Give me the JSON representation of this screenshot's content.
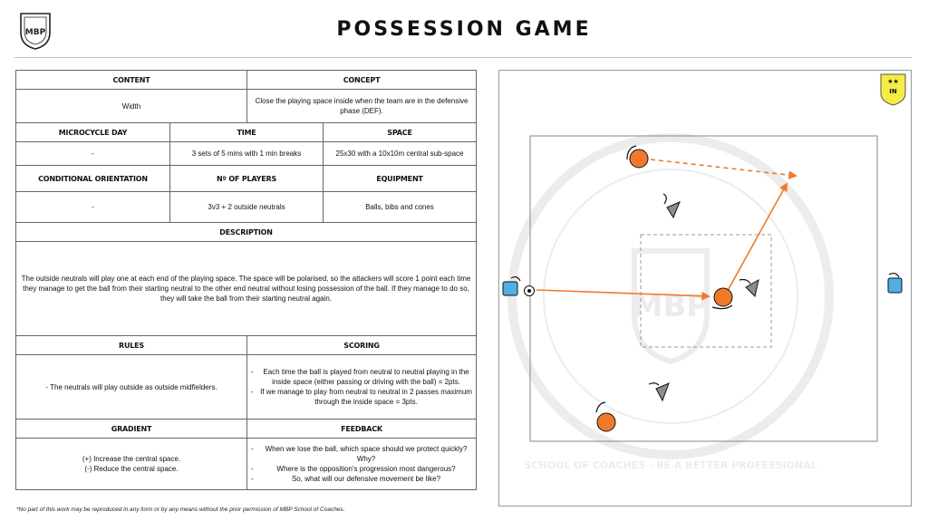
{
  "header": {
    "title": "POSSESSION GAME",
    "logo_text": "MBP"
  },
  "sheet": {
    "content": {
      "label": "CONTENT",
      "value": "Width"
    },
    "concept": {
      "label": "CONCEPT",
      "value": "Close the playing space inside when the team are in the defensive phase (DEF)."
    },
    "microcycle": {
      "label": "MICROCYCLE DAY",
      "value": "-"
    },
    "time": {
      "label": "TIME",
      "value": "3 sets of 5 mins with 1 min breaks"
    },
    "space": {
      "label": "SPACE",
      "value": "25x30 with a 10x10m central sub-space"
    },
    "orientation": {
      "label": "CONDITIONAL ORIENTATION",
      "value": "-"
    },
    "players": {
      "label": "Nº OF PLAYERS",
      "value": "3v3 + 2 outside neutrals"
    },
    "equipment": {
      "label": "EQUIPMENT",
      "value": "Balls, bibs and cones"
    },
    "description": {
      "label": "DESCRIPTION",
      "value": "The outside neutrals will play one at each end of the playing space. The space will be polarised, so the attackers will score 1 point each time they manage to get the ball from their starting neutral to the other end neutral without losing possession of the ball. If they manage to do so, they will take the ball from their starting neutral again."
    },
    "rules": {
      "label": "RULES",
      "value": "- The neutrals will play outside as outside midfielders."
    },
    "scoring": {
      "label": "SCORING",
      "items": [
        "Each time the ball is played from neutral to neutral playing in the inside space (either passing or driving with the ball) = 2pts.",
        "If we manage to play from neutral to neutral in 2 passes maximum through the inside space = 3pts."
      ]
    },
    "gradient": {
      "label": "GRADIENT",
      "items": [
        "(+) Increase the central space.",
        "(-) Reduce the central space."
      ]
    },
    "feedback": {
      "label": "FEEDBACK",
      "items": [
        "When we lose the ball, which space should we protect quickly? Why?",
        "Where is the opposition's progression most dangerous?",
        "So, what will our defensive movement be like?"
      ]
    }
  },
  "badge": {
    "stars": "★★",
    "text": "IN"
  },
  "watermark": "SCHOOL OF COACHES · BE A BETTER PROFESSIONAL",
  "footer": "*No part of this work may be reproduced in any form or by any means without the prior permission of MBP School of Coaches.",
  "colors": {
    "attacker": "#f07a2a",
    "defender": "#8c8c8c",
    "neutral": "#4fb0e6",
    "badge": "#f7ec45"
  }
}
